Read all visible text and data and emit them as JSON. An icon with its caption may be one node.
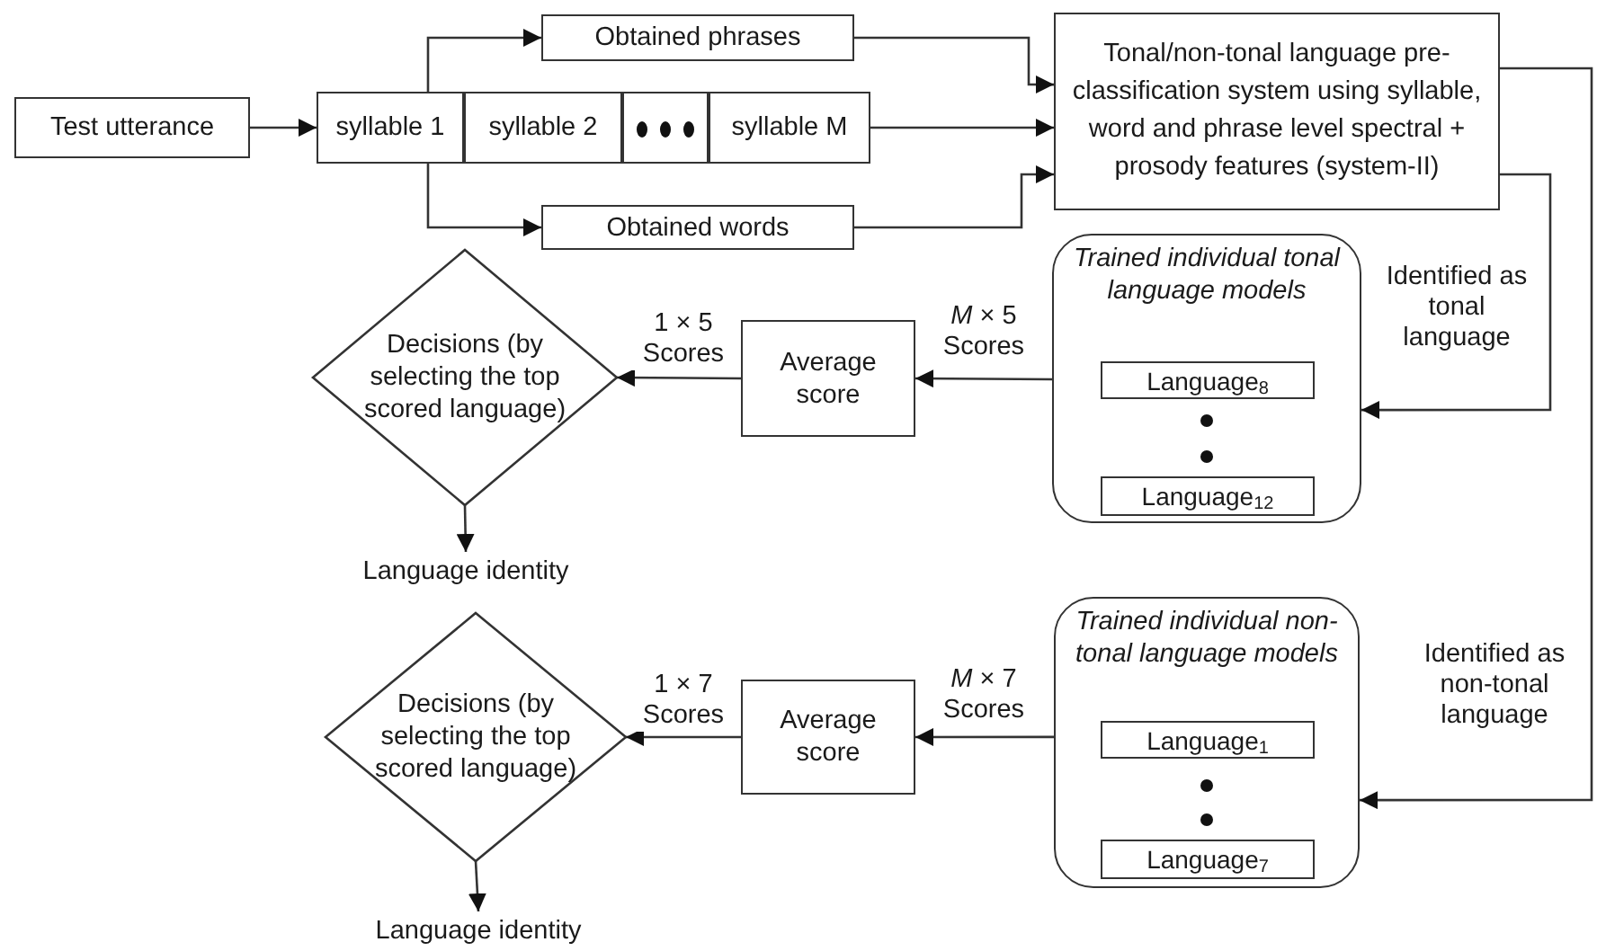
{
  "diagram": {
    "nodes": [
      {
        "text": [
          "Test utterance"
        ]
      },
      {
        "text": [
          "Obtained phrases"
        ]
      },
      {
        "text": [
          "syllable 1"
        ]
      },
      {
        "text": [
          "syllable 2"
        ]
      },
      {
        "text": [],
        "shape": "box"
      },
      {
        "text": [
          "syllable M"
        ]
      },
      {
        "text": [
          "Obtained words"
        ]
      },
      {
        "text": [
          "Tonal/non-tonal language pre-classification system using syllable, word and phrase level spectral + prosody features (system-II)"
        ]
      },
      {
        "text": [
          "Trained individual tonal language models"
        ]
      },
      {
        "text": [
          "Language$_{8}$"
        ],
        "in": 8
      },
      {
        "text": [
          "Language$_{12}$"
        ],
        "in": 8
      },
      {
        "text": [
          "Average score"
        ]
      },
      {
        "text": [
          "Decisions (by selecting the top scored language)"
        ]
      },
      {
        "text": [
          "Language identity"
        ]
      },
      {
        "text": [
          "Trained individual non-tonal language models"
        ]
      },
      {
        "text": [
          "Language$_{1}$"
        ],
        "in": 14
      },
      {
        "text": [
          "Language$_{7}$"
        ],
        "in": 14
      },
      {
        "text": [
          "Average score"
        ]
      },
      {
        "text": [
          "Decisions (by selecting the top scored language)"
        ]
      },
      {
        "text": [
          "Language identity"
        ]
      }
    ],
    "edges": [
      {
        "from": 0,
        "to": 2,
        "arrow": "to"
      },
      {
        "from": 2,
        "to": 1,
        "arrow": "to"
      },
      {
        "from": 2,
        "to": 6,
        "arrow": "to"
      },
      {
        "from": 1,
        "to": 7,
        "arrow": "to"
      },
      {
        "from": 5,
        "to": 7,
        "arrow": "to"
      },
      {
        "from": 6,
        "to": 7,
        "arrow": "to"
      },
      {
        "from": 7,
        "to": 8,
        "arrow": "to",
        "label": "Identified as tonal language"
      },
      {
        "from": 7,
        "to": 14,
        "arrow": "to",
        "label": "Identified as non-tonal language"
      },
      {
        "from": 8,
        "to": 11,
        "arrow": "to",
        "label": "*M* × 5 Scores"
      },
      {
        "from": 11,
        "to": 12,
        "arrow": "to",
        "label": "1 × 5 Scores"
      },
      {
        "from": 12,
        "to": 13,
        "arrow": "to"
      },
      {
        "from": 14,
        "to": 17,
        "arrow": "to",
        "label": "*M* × 7 Scores"
      },
      {
        "from": 17,
        "to": 18,
        "arrow": "to",
        "label": "1 × 7 Scores"
      },
      {
        "from": 18,
        "to": 19,
        "arrow": "to"
      }
    ]
  }
}
